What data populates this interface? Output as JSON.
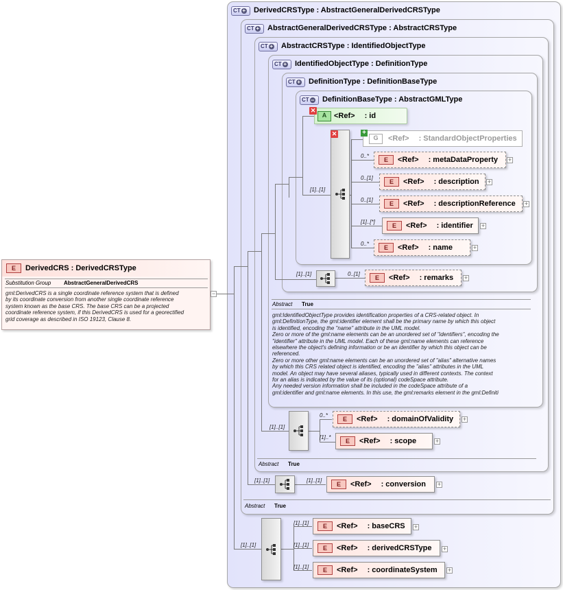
{
  "main": {
    "badge": "E",
    "title": "DerivedCRS : DerivedCRSType",
    "subst_label": "Substitution Group",
    "subst_value": "AbstractGeneralDerivedCRS",
    "doc": [
      "gml:DerivedCRS is a single coordinate reference system that is defined",
      "by its coordinate conversion from another single coordinate reference",
      "system known as the base CRS. The base CRS can be a projected",
      "coordinate reference system, if this DerivedCRS is used for a georectified",
      "grid coverage as described in ISO 19123, Clause 8."
    ],
    "collapse": "−"
  },
  "types": [
    {
      "badge": "CT",
      "title": "DerivedCRSType : AbstractGeneralDerivedCRSType"
    },
    {
      "badge": "CT",
      "title": "AbstractGeneralDerivedCRSType : AbstractCRSType"
    },
    {
      "badge": "CT",
      "title": "AbstractCRSType : IdentifiedObjectType"
    },
    {
      "badge": "CT",
      "title": "IdentifiedObjectType : DefinitionType"
    },
    {
      "badge": "CT",
      "title": "DefinitionType : DefinitionBaseType"
    },
    {
      "badge": "CT",
      "title": "DefinitionBaseType : AbstractGMLType"
    }
  ],
  "attribute": {
    "badge": "A",
    "ref": "<Ref>",
    "name": ": id"
  },
  "group": {
    "badge": "G",
    "ref": "<Ref>",
    "name": ": StandardObjectProperties"
  },
  "elements": {
    "metaDataProperty": {
      "card": "0..*",
      "ref": "<Ref>",
      "name": ": metaDataProperty"
    },
    "description": {
      "card": "0..[1]",
      "ref": "<Ref>",
      "name": ": description"
    },
    "descriptionReference": {
      "card": "0..[1]",
      "ref": "<Ref>",
      "name": ": descriptionReference"
    },
    "identifier": {
      "card": "[1]..[*]",
      "ref": "<Ref>",
      "name": ": identifier"
    },
    "name": {
      "card": "0..*",
      "ref": "<Ref>",
      "name": ": name"
    },
    "remarks": {
      "card": "0..[1]",
      "ref": "<Ref>",
      "name": ": remarks"
    },
    "domainOfValidity": {
      "card": "0..*",
      "ref": "<Ref>",
      "name": ": domainOfValidity"
    },
    "scope": {
      "card": "[1]..*",
      "ref": "<Ref>",
      "name": ": scope"
    },
    "conversion": {
      "card": "[1]..[1]",
      "ref": "<Ref>",
      "name": ": conversion"
    },
    "baseCRS": {
      "card": "[1]..[1]",
      "ref": "<Ref>",
      "name": ": baseCRS"
    },
    "derivedCRSType": {
      "card": "[1]..[1]",
      "ref": "<Ref>",
      "name": ": derivedCRSType"
    },
    "coordinateSystem": {
      "card": "[1]..[1]",
      "ref": "<Ref>",
      "name": ": coordinateSystem"
    }
  },
  "sequence_cards": {
    "definitionBase": "[1]..[1]",
    "definition": "[1]..[1]",
    "identifiedObject": "[1]..[1]",
    "generalDerived": "[1]..[1]",
    "derivedCRS": "[1]..[1]"
  },
  "abstract_label": "Abstract",
  "abstract_value": "True",
  "identified_doc": [
    "gml:IdentifiedObjectType provides identification properties of a CRS-related object. In",
    "gml:DefinitionType, the gml:identifier element shall be the primary name by which this object",
    "is identified, encoding the \"name\" attribute in the UML model.",
    "Zero or more of the gml:name elements can be an unordered set of \"identifiers\", encoding the",
    "\"identifier\" attribute in the UML model. Each of these gml:name elements can reference",
    "elsewhere the object's defining information or be an identifier by which this object can be",
    "referenced.",
    "Zero or more other gml:name elements can be an unordered set of \"alias\" alternative names",
    "by which this CRS related object is identified, encoding the \"alias\" attributes in the UML",
    "model. An object may have several aliases, typically used in different contexts. The context",
    "for an alias is indicated by the value of its (optional) codeSpace attribute.",
    "Any needed version information shall be included in the codeSpace attribute of a",
    "gml:identifier and gml:name elements. In this use, the gml:remarks element in the gml:Definiti"
  ],
  "plus": "+"
}
